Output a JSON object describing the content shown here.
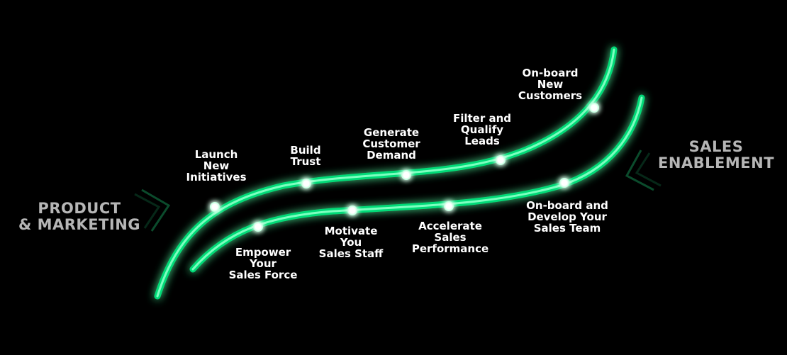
{
  "colors": {
    "background": "#000000",
    "wave": "#00e07a",
    "label_text": "#ffffff",
    "side_text": "#b6b6b6",
    "node": "#ffffff"
  },
  "side_labels": {
    "product_marketing": [
      "PRODUCT",
      "& MARKETING"
    ],
    "sales_enablement": [
      "SALES",
      "ENABLEMENT"
    ]
  },
  "upper_track": {
    "label": "upper green wave",
    "steps": [
      {
        "lines": [
          "Launch",
          "New",
          "Initiatives"
        ]
      },
      {
        "lines": [
          "Build",
          "Trust"
        ]
      },
      {
        "lines": [
          "Generate",
          "Customer",
          "Demand"
        ]
      },
      {
        "lines": [
          "Filter and",
          "Qualify",
          "Leads"
        ]
      },
      {
        "lines": [
          "On-board",
          "New",
          "Customers"
        ]
      }
    ]
  },
  "lower_track": {
    "label": "lower green wave",
    "steps": [
      {
        "lines": [
          "Empower",
          "Your",
          "Sales Force"
        ]
      },
      {
        "lines": [
          "Motivate",
          "You",
          "Sales Staff"
        ]
      },
      {
        "lines": [
          "Accelerate",
          "Sales",
          "Performance"
        ]
      },
      {
        "lines": [
          "On-board and",
          "Develop Your",
          "Sales Team"
        ]
      }
    ]
  }
}
